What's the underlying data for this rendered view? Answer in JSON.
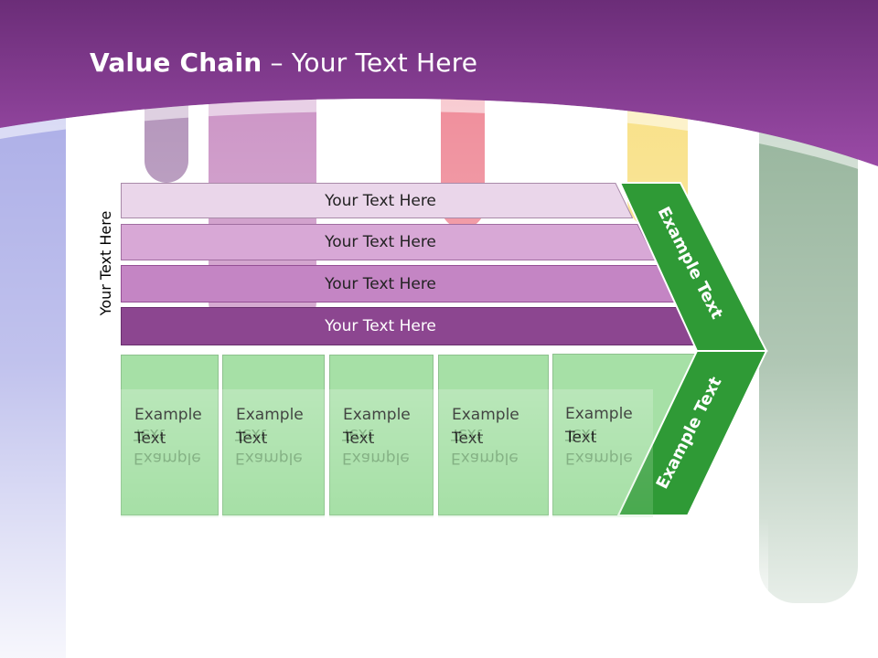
{
  "slide": {
    "title_bold": "Value Chain",
    "title_rest": " – Your Text Here",
    "side_label": "Your Text Here"
  },
  "bars": [
    {
      "label": "Your Text Here"
    },
    {
      "label": "Your Text Here"
    },
    {
      "label": "Your Text Here"
    },
    {
      "label": "Your Text Here"
    }
  ],
  "boxes": [
    {
      "label": "Example\nText"
    },
    {
      "label": "Example\nText"
    },
    {
      "label": "Example\nText"
    },
    {
      "label": "Example\nText"
    },
    {
      "label": "Example\nText"
    }
  ],
  "chevrons": {
    "upper": "Example Text",
    "lower": "Example Text"
  },
  "colors": {
    "header_purple": "#7a3a8c",
    "bar_1": "#ead6ea",
    "bar_2": "#d8a8d6",
    "bar_3": "#c485c4",
    "bar_4": "#8c4690",
    "box_green": "#a6e0a6",
    "chevron_green": "#2f9a36"
  }
}
